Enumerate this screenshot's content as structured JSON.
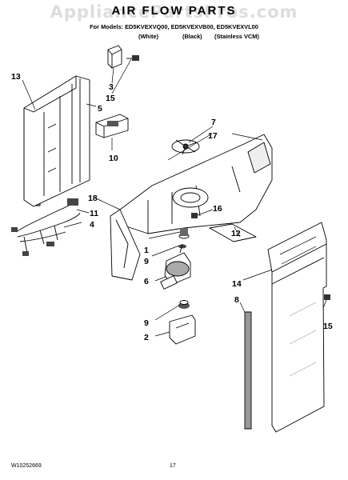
{
  "watermark": "AppliancePartsPros.com",
  "title": "AIR FLOW PARTS",
  "models": "For Models: ED5KVEXVQ00, ED5KVEXVB00, ED5KVEXVL00",
  "colors": [
    "(White)",
    "(Black)",
    "(Stainless VCM)"
  ],
  "callouts": [
    "1",
    "2",
    "3",
    "4",
    "5",
    "6",
    "7",
    "8",
    "9",
    "9",
    "10",
    "11",
    "12",
    "13",
    "14",
    "15",
    "15",
    "16",
    "17",
    "18"
  ],
  "footer": {
    "doc_number": "W10252669",
    "page_number": "17"
  }
}
